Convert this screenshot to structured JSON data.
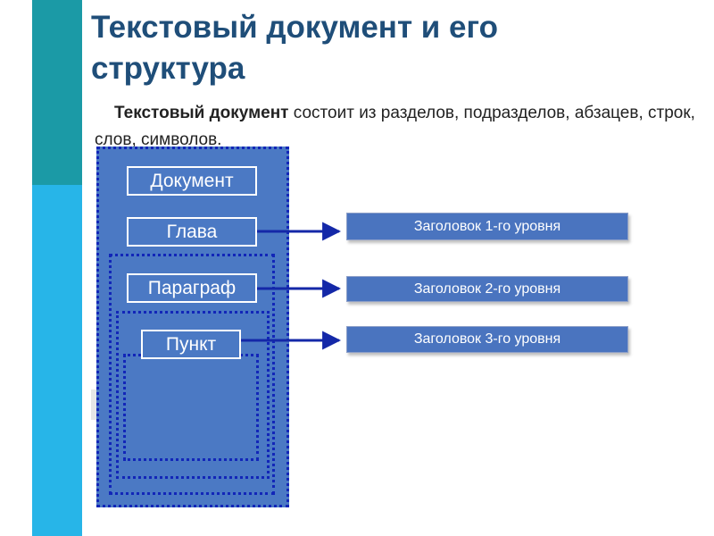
{
  "slide": {
    "title": "Текстовый документ и его структура",
    "intro_bold": "Текстовый документ",
    "intro_rest": " состоит из разделов, подразделов, абзацев, строк, слов, символов."
  },
  "diagram": {
    "nodes": [
      {
        "id": "document",
        "label": "Документ"
      },
      {
        "id": "chapter",
        "label": "Глава"
      },
      {
        "id": "paragraph",
        "label": "Параграф"
      },
      {
        "id": "item",
        "label": "Пункт"
      }
    ],
    "headings": [
      {
        "id": "heading-1",
        "label": "Заголовок 1-го уровня"
      },
      {
        "id": "heading-2",
        "label": "Заголовок 2-го уровня"
      },
      {
        "id": "heading-3",
        "label": "Заголовок 3-го уровня"
      }
    ],
    "arrows": [
      {
        "from": "Глава",
        "to": "Заголовок 1-го уровня"
      },
      {
        "from": "Параграф",
        "to": "Заголовок 2-го уровня"
      },
      {
        "from": "Пункт",
        "to": "Заголовок 3-го уровня"
      }
    ]
  },
  "colors": {
    "title_text": "#1f4e79",
    "bar_top": "#1b9aa6",
    "bar_bottom": "#27b5e8",
    "panel_fill": "#4b79c4",
    "node_fill": "#4b79c4",
    "heading_fill": "#4a74bf",
    "dotted_border": "#1226b8",
    "arrow": "#1428a8"
  }
}
